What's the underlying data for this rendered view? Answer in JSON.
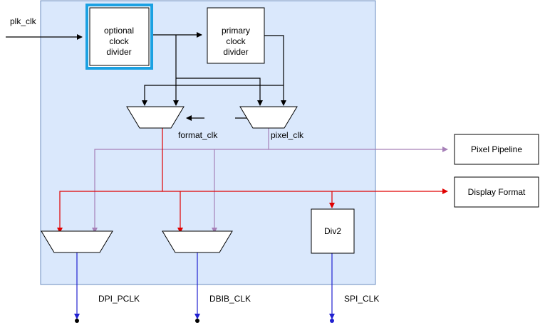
{
  "diagram": {
    "colors": {
      "region_fill": "#dae8fc",
      "region_stroke": "#6c8ebf",
      "black_wire": "#000000",
      "purple_wire": "#a680b8",
      "red_wire": "#e00000",
      "blue_wire": "#2020d0",
      "highlight_border": "#1ba1e2"
    },
    "labels": {
      "input_clock": "plk_clk",
      "optional_divider": [
        "optional",
        "clock",
        "divider"
      ],
      "primary_divider": [
        "primary",
        "clock",
        "divider"
      ],
      "format_clk": "format_clk",
      "pixel_clk": "pixel_clk",
      "pixel_pipeline": "Pixel Pipeline",
      "display_format": "Display Format",
      "div2": "Div2",
      "dpi_pclk": "DPI_PCLK",
      "dbib_clk": "DBIB_CLK",
      "spi_clk": "SPI_CLK"
    }
  }
}
